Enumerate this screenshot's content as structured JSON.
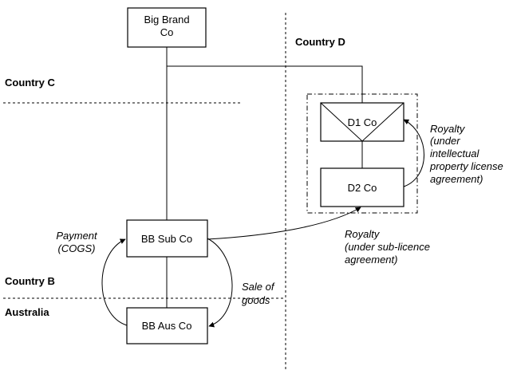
{
  "entities": {
    "big_brand": {
      "line1": "Big Brand",
      "line2": "Co"
    },
    "d1": "D1 Co",
    "d2": "D2 Co",
    "bb_sub": "BB Sub Co",
    "bb_aus": "BB Aus Co"
  },
  "regions": {
    "country_c": "Country C",
    "country_d": "Country D",
    "country_b": "Country B",
    "australia": "Australia"
  },
  "flows": {
    "royalty_ip": [
      "Royalty",
      "(under",
      "intellectual",
      "property license",
      "agreement)"
    ],
    "royalty_sub": [
      "Royalty",
      "(under sub-licence",
      "agreement)"
    ],
    "payment": [
      "Payment",
      "(COGS)"
    ],
    "sale": [
      "Sale of",
      "goods"
    ]
  }
}
